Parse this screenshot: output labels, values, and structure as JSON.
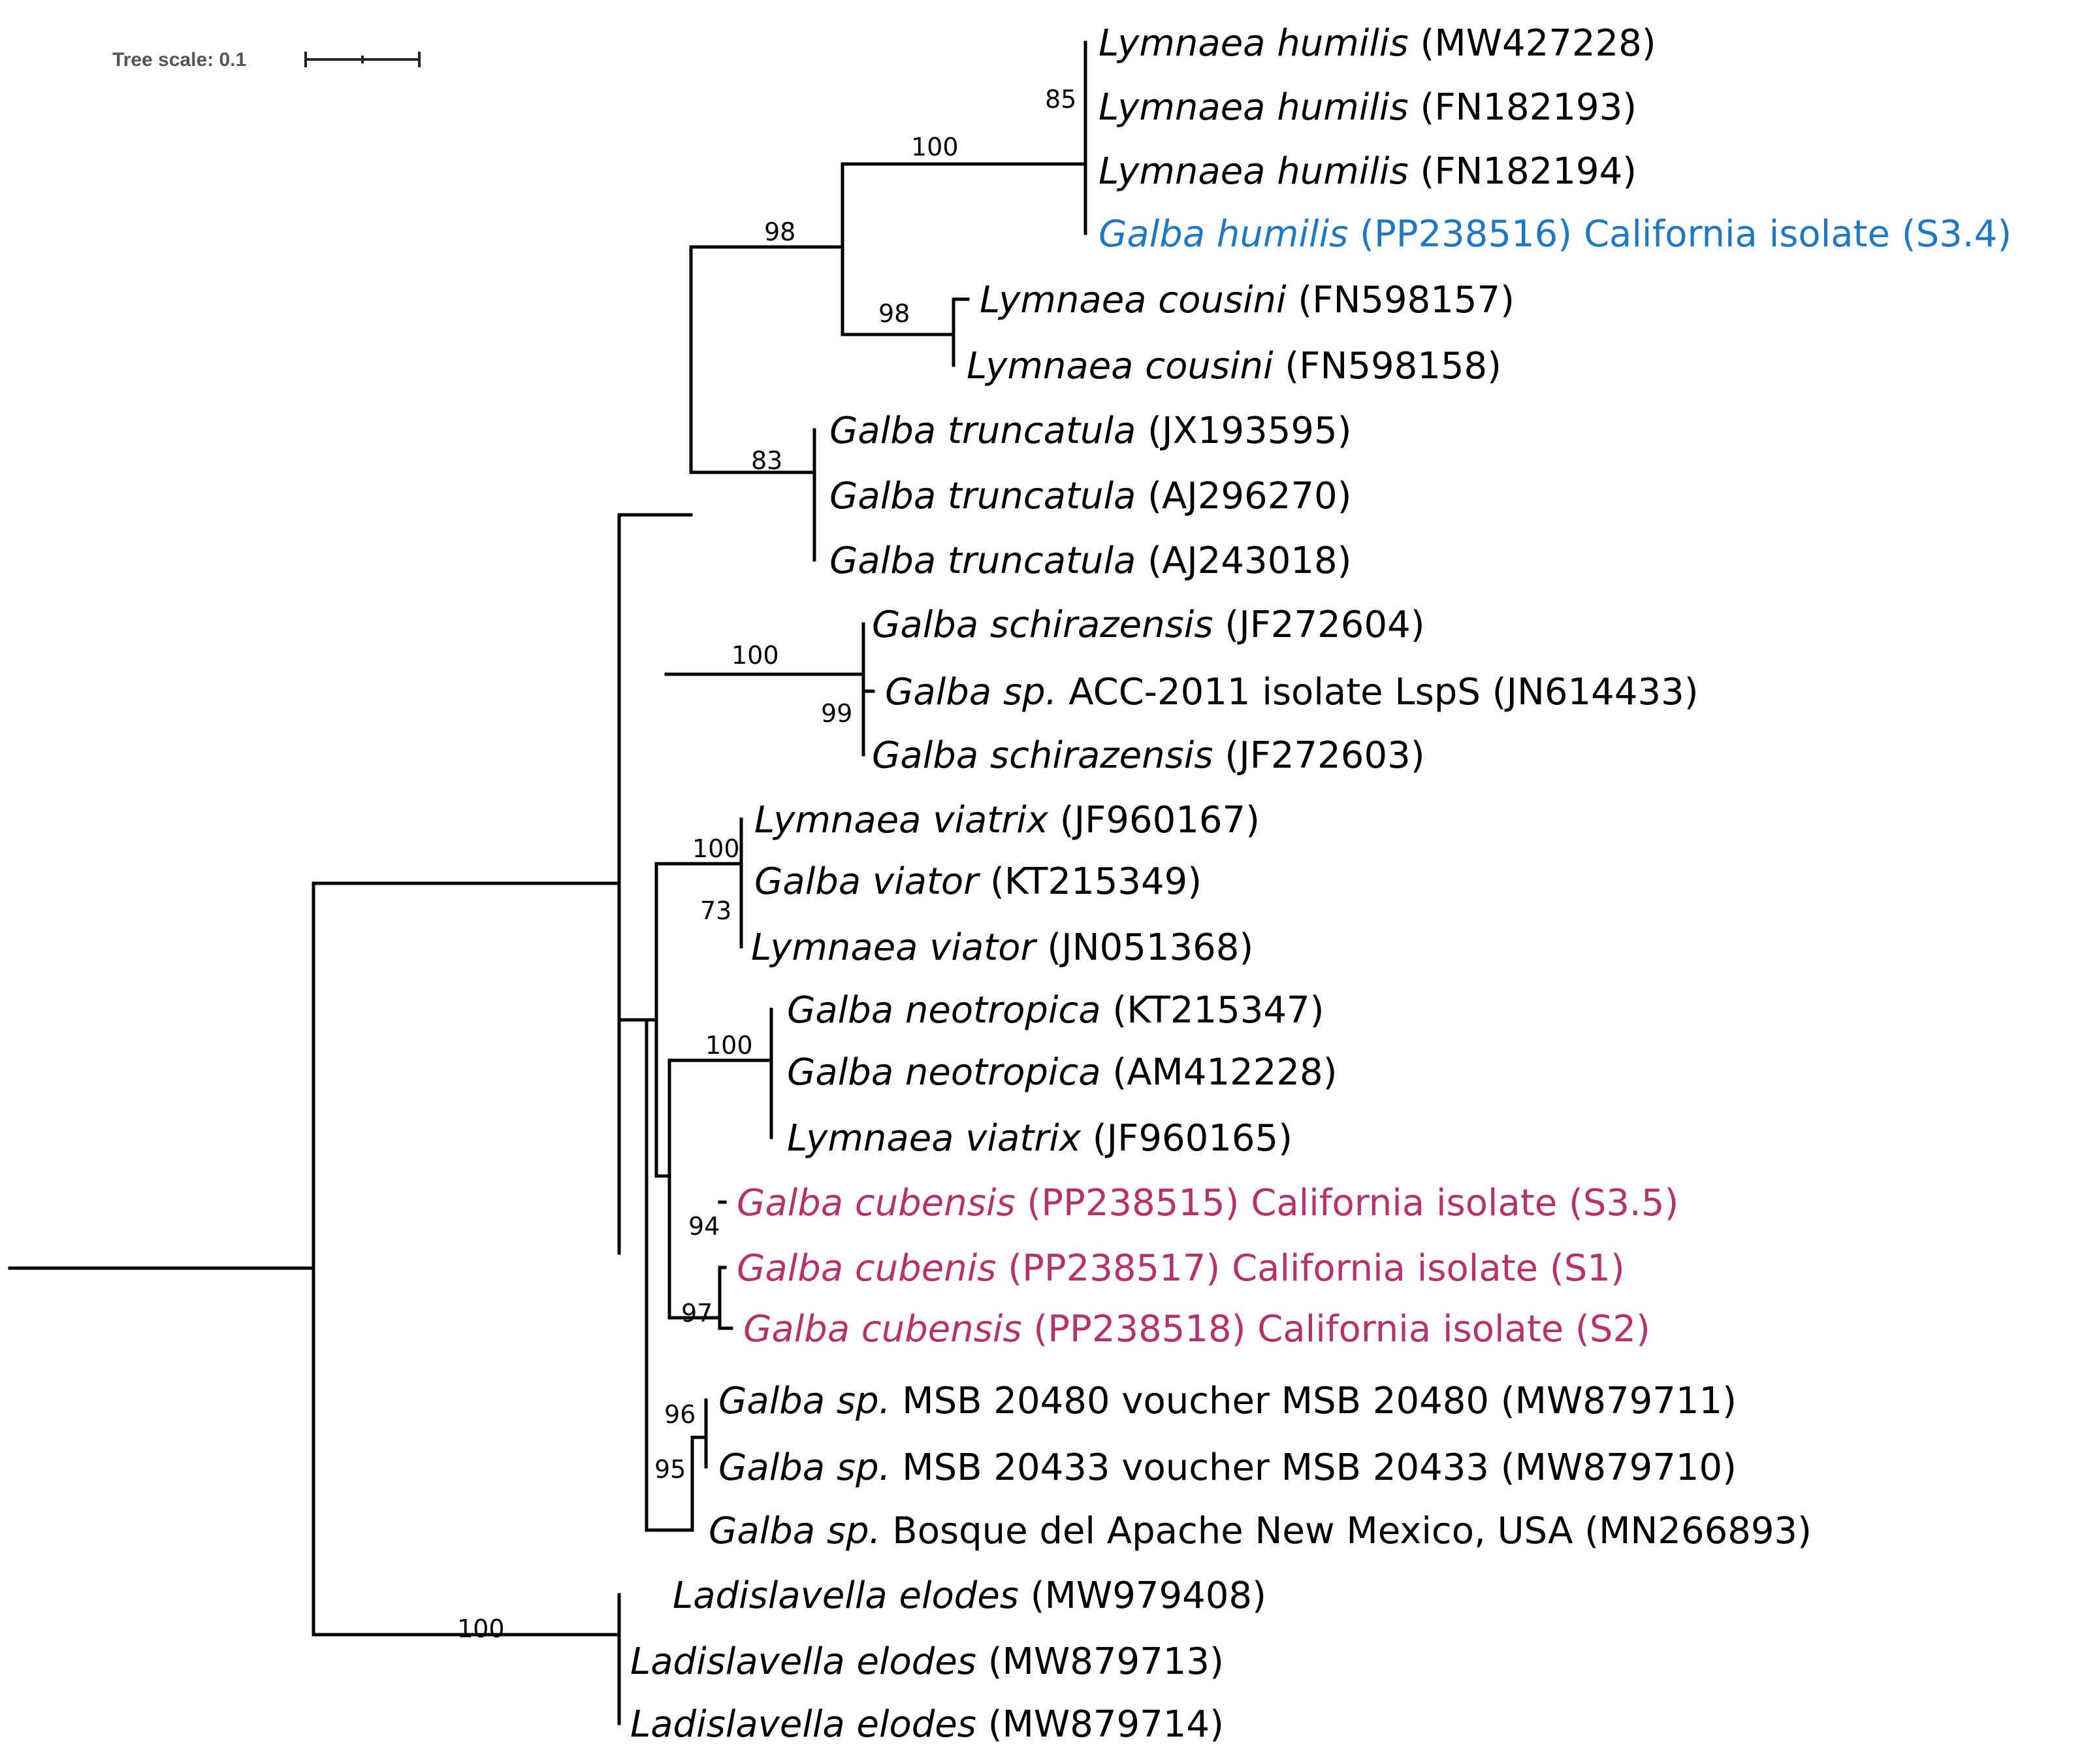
{
  "tree_scale": {
    "label": "Tree scale: 0.1"
  },
  "colors": {
    "default": "#000000",
    "humilis_isolate": "#1f78c1",
    "cubensis_isolate": "#b5336b"
  },
  "leaves": [
    {
      "species": "Lymnaea humilis",
      "rest": " (MW427228)",
      "color": "default"
    },
    {
      "species": "Lymnaea humilis",
      "rest": " (FN182193)",
      "color": "default"
    },
    {
      "species": "Lymnaea humilis",
      "rest": " (FN182194)",
      "color": "default"
    },
    {
      "species": "Galba humilis",
      "rest": " (PP238516) California isolate (S3.4)",
      "color": "humilis_isolate"
    },
    {
      "species": "Lymnaea cousini",
      "rest": " (FN598157)",
      "color": "default"
    },
    {
      "species": "Lymnaea cousini",
      "rest": " (FN598158)",
      "color": "default"
    },
    {
      "species": "Galba truncatula",
      "rest": " (JX193595)",
      "color": "default"
    },
    {
      "species": "Galba truncatula",
      "rest": " (AJ296270)",
      "color": "default"
    },
    {
      "species": "Galba truncatula",
      "rest": " (AJ243018)",
      "color": "default"
    },
    {
      "species": "Galba schirazensis",
      "rest": " (JF272604)",
      "color": "default"
    },
    {
      "species": "Galba sp.",
      "rest": " ACC-2011 isolate LspS (JN614433)",
      "color": "default"
    },
    {
      "species": "Galba schirazensis",
      "rest": " (JF272603)",
      "color": "default"
    },
    {
      "species": "Lymnaea viatrix",
      "rest": " (JF960167)",
      "color": "default"
    },
    {
      "species": "Galba viator",
      "rest": " (KT215349)",
      "color": "default"
    },
    {
      "species": "Lymnaea viator",
      "rest": " (JN051368)",
      "color": "default"
    },
    {
      "species": "Galba neotropica",
      "rest": " (KT215347)",
      "color": "default"
    },
    {
      "species": "Galba neotropica",
      "rest": " (AM412228)",
      "color": "default"
    },
    {
      "species": "Lymnaea viatrix",
      "rest": " (JF960165)",
      "color": "default"
    },
    {
      "species": "Galba cubensis",
      "rest": " (PP238515) California isolate (S3.5)",
      "color": "cubensis_isolate"
    },
    {
      "species": "Galba cubenis",
      "rest": " (PP238517) California isolate (S1)",
      "color": "cubensis_isolate"
    },
    {
      "species": "Galba cubensis",
      "rest": " (PP238518) California isolate (S2)",
      "color": "cubensis_isolate"
    },
    {
      "species": "Galba sp.",
      "rest": " MSB 20480 voucher MSB 20480 (MW879711)",
      "color": "default"
    },
    {
      "species": "Galba sp.",
      "rest": " MSB 20433 voucher MSB 20433 (MW879710)",
      "color": "default"
    },
    {
      "species": "Galba sp.",
      "rest": " Bosque del Apache New Mexico, USA (MN266893)",
      "color": "default"
    },
    {
      "species": "Ladislavella elodes",
      "rest": " (MW979408)",
      "color": "default"
    },
    {
      "species": "Ladislavella elodes",
      "rest": " (MW879713)",
      "color": "default"
    },
    {
      "species": "Ladislavella elodes",
      "rest": " (MW879714)",
      "color": "default"
    }
  ],
  "support_values": [
    "85",
    "100",
    "98",
    "98",
    "83",
    "100",
    "99",
    "100",
    "73",
    "100",
    "94",
    "97",
    "96",
    "95",
    "100"
  ]
}
